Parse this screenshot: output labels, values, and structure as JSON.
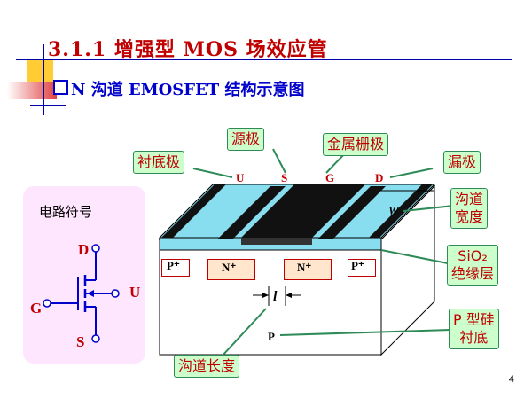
{
  "heading": {
    "title": "3.1.1    增强型 MOS 场效应管",
    "subtitle": "N 沟道 EMOSFET 结构示意图"
  },
  "callouts": {
    "source": "源极",
    "gate_metal": "金属栅极",
    "substrate_electrode": "衬底极",
    "drain": "漏极",
    "channel_width_l1": "沟道",
    "channel_width_l2": "宽度",
    "sio2_l1": "SiO₂",
    "sio2_l2": "绝缘层",
    "p_silicon_l1": "P 型硅",
    "p_silicon_l2": "衬底",
    "channel_length": "沟道长度"
  },
  "terminals": {
    "u": "U",
    "s": "S",
    "g": "G",
    "d": "D"
  },
  "regions": {
    "p_plus_left": "P⁺",
    "n_plus_left": "N⁺",
    "n_plus_right": "N⁺",
    "p_plus_right": "P⁺",
    "p_body": "P",
    "width_mark": "W",
    "length_mark": "l"
  },
  "symbol": {
    "title": "电路符号",
    "d": "D",
    "g": "G",
    "u": "U",
    "s": "S"
  },
  "page_number": "4",
  "colors": {
    "title": "#c00000",
    "subtitle": "#0000cc",
    "callout_bg": "#ccffcc",
    "oxide": "#88ddee",
    "symbol_panel": "#ffe6ff"
  }
}
